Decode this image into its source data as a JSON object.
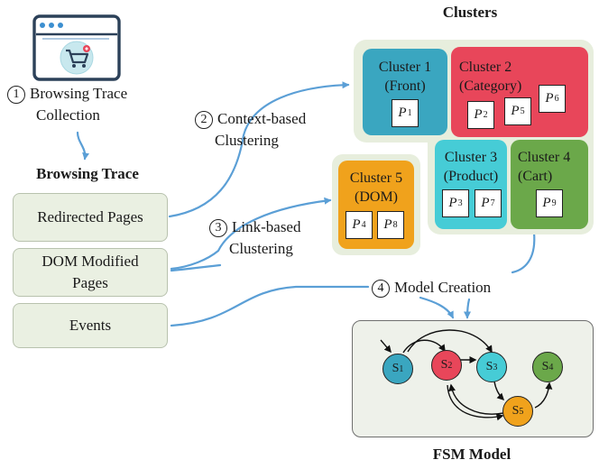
{
  "colors": {
    "arrow": "#5b9fd6",
    "cluster_bg": "#e7eedd",
    "trace_box_bg": "#eaf0e2",
    "cluster_1": "#3aa6c0",
    "cluster_2": "#e8465a",
    "cluster_3": "#46ccd6",
    "cluster_4": "#6ba84a",
    "cluster_5": "#f0a21c",
    "fsm_bg": "#eef1ea"
  },
  "icons": [
    "browser-window-icon",
    "shopping-cart-icon"
  ],
  "steps": {
    "s1": {
      "num": "1",
      "line1": "Browsing Trace",
      "line2": "Collection"
    },
    "s2": {
      "num": "2",
      "line1": "Context-based",
      "line2": "Clustering"
    },
    "s3": {
      "num": "3",
      "line1": "Link-based",
      "line2": "Clustering"
    },
    "s4": {
      "num": "4",
      "line1": "Model Creation"
    }
  },
  "browsing_trace": {
    "title": "Browsing Trace",
    "items": [
      {
        "line1": "Redirected Pages",
        "line2": ""
      },
      {
        "line1": "DOM Modified",
        "line2": "Pages"
      },
      {
        "line1": "Events",
        "line2": ""
      }
    ]
  },
  "clusters": {
    "title": "Clusters",
    "c1": {
      "name": "Cluster 1",
      "label": "(Front)",
      "pages": [
        {
          "letter": "P",
          "index": "1"
        }
      ]
    },
    "c2": {
      "name": "Cluster 2",
      "label": "(Category)",
      "pages": [
        {
          "letter": "P",
          "index": "2"
        },
        {
          "letter": "P",
          "index": "5"
        },
        {
          "letter": "P",
          "index": "6"
        }
      ]
    },
    "c3": {
      "name": "Cluster 3",
      "label": "(Product)",
      "pages": [
        {
          "letter": "P",
          "index": "3"
        },
        {
          "letter": "P",
          "index": "7"
        }
      ]
    },
    "c4": {
      "name": "Cluster 4",
      "label": "(Cart)",
      "pages": [
        {
          "letter": "P",
          "index": "9"
        }
      ]
    },
    "c5": {
      "name": "Cluster 5",
      "label": "(DOM)",
      "pages": [
        {
          "letter": "P",
          "index": "4"
        },
        {
          "letter": "P",
          "index": "8"
        }
      ]
    }
  },
  "fsm": {
    "title": "FSM Model",
    "states": [
      {
        "letter": "S",
        "index": "1",
        "color": "#3aa6c0"
      },
      {
        "letter": "S",
        "index": "2",
        "color": "#e8465a"
      },
      {
        "letter": "S",
        "index": "3",
        "color": "#46ccd6"
      },
      {
        "letter": "S",
        "index": "4",
        "color": "#6ba84a"
      },
      {
        "letter": "S",
        "index": "5",
        "color": "#f0a21c"
      }
    ]
  }
}
